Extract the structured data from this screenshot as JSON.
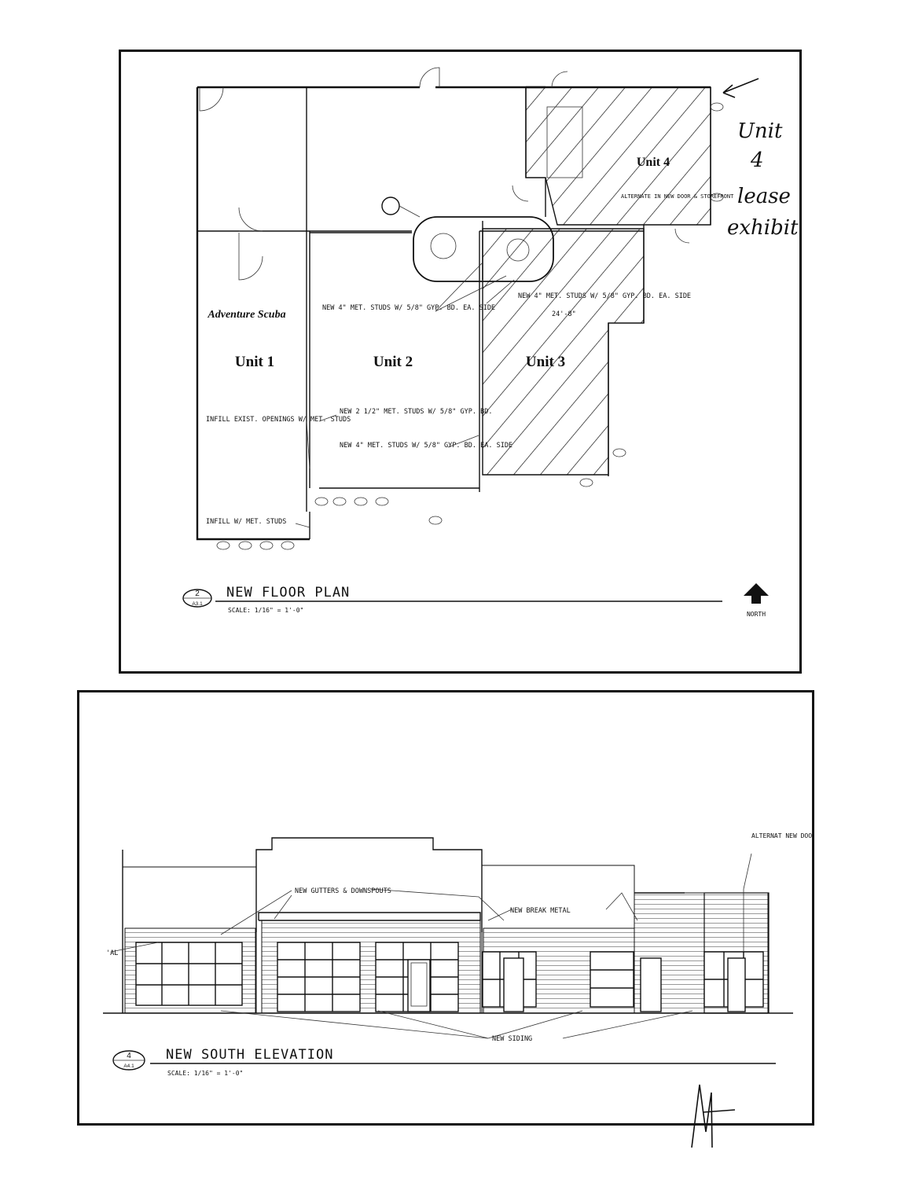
{
  "floor_plan": {
    "title": "NEW FLOOR PLAN",
    "detail_number": "2",
    "sheet": "A3.1",
    "scale": "SCALE: 1/16\" = 1'-0\"",
    "north_label": "NORTH",
    "units": [
      {
        "label": "Unit 1",
        "tenant": "Adventure Scuba"
      },
      {
        "label": "Unit 2"
      },
      {
        "label": "Unit 3"
      },
      {
        "label": "Unit 4"
      }
    ],
    "notes": {
      "studs_both_sides_a": "NEW 4\" MET. STUDS W/ 5/8\" GYP. BD. EA. SIDE",
      "studs_both_sides_b": "NEW 4\" MET. STUDS W/ 5/8\" GYP. BD. EA. SIDE",
      "studs_2half": "NEW 2 1/2\" MET. STUDS W/ 5/8\" GYP. BD.",
      "studs_both_sides_c": "NEW 4\" MET. STUDS W/ 5/8\" GYP. BD. EA. SIDE",
      "infill_openings": "INFILL EXIST. OPENINGS W/ MET. STUDS",
      "infill_studs": "INFILL W/ MET. STUDS",
      "alternate": "ALTERNATE IN NEW DOOR & STOREFRONT",
      "dimension": "24'-8\""
    },
    "handwritten": [
      "Unit",
      "4",
      "lease",
      "exhibit"
    ]
  },
  "elevation": {
    "title": "NEW SOUTH ELEVATION",
    "detail_number": "4",
    "sheet": "A4.1",
    "scale": "SCALE: 1/16\" = 1'-0\"",
    "notes": {
      "gutters": "NEW GUTTERS & DOWNSPOUTS",
      "break_metal": "NEW BREAK METAL",
      "siding": "NEW SIDING",
      "alternate": "ALTERNAT NEW DOOR STOREFR",
      "cut_label": "'AL"
    }
  }
}
